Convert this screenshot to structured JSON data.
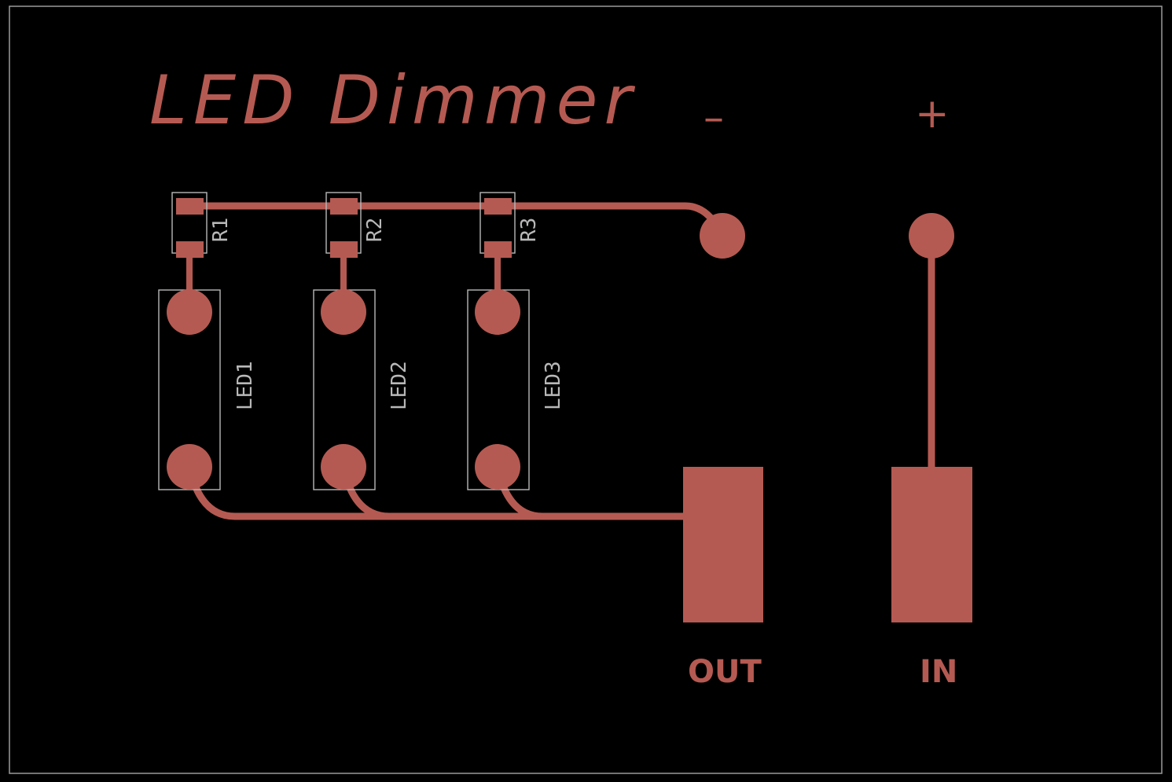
{
  "board": {
    "title": "LED Dimmer",
    "minus_label": "–",
    "plus_label": "+",
    "out_label": "OUT",
    "in_label": "IN"
  },
  "components": {
    "resistors": [
      "R1",
      "R2",
      "R3"
    ],
    "leds": [
      "LED1",
      "LED2",
      "LED3"
    ]
  },
  "colors": {
    "background": "#000000",
    "copper": "#b55a52",
    "silkscreen": "#b8b8b8",
    "board_outline": "#9a9a9a"
  }
}
